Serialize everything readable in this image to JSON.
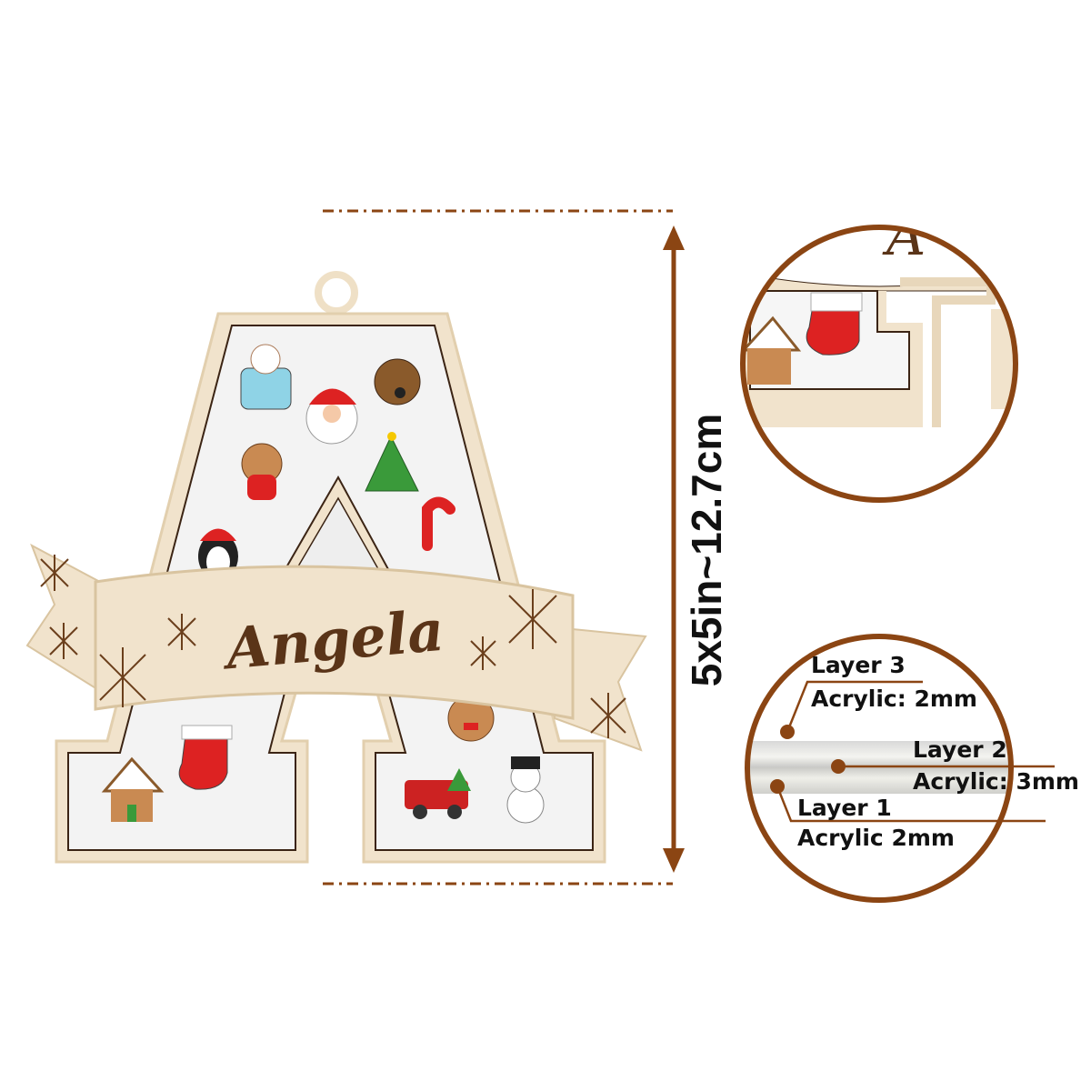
{
  "product": {
    "name_text": "Angela",
    "dimension_label": "5x5in~12.7cm"
  },
  "layers": [
    {
      "title": "Layer 3",
      "material": "Acrylic: 2mm"
    },
    {
      "title": "Layer 2",
      "material": "Acrylic: 3mm"
    },
    {
      "title": "Layer 1",
      "material": "Acrylic 2mm"
    }
  ],
  "colors": {
    "accent_brown": "#8b4513",
    "wood": "#f1e3cc",
    "engraving": "#5a3418"
  },
  "stickers": [
    "hot-cocoa-icon",
    "santa-icon",
    "reindeer-icon",
    "gingerbread-girl-icon",
    "christmas-tree-icon",
    "candy-cane-icon",
    "penguin-icon",
    "gingerbread-man-icon",
    "gingerbread-house-icon",
    "stocking-icon",
    "red-truck-icon",
    "snowman-icon"
  ]
}
